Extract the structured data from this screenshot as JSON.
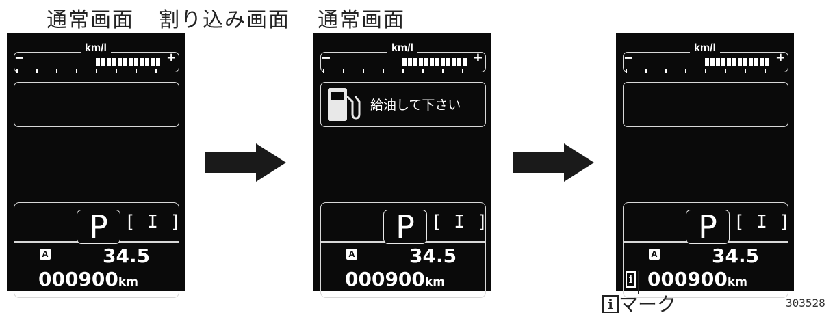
{
  "captions": {
    "normal_left": "通常画面",
    "interrupt": "割り込み画面",
    "normal_right": "通常画面"
  },
  "panel": {
    "unit": "km/l",
    "minus": "−",
    "plus": "+",
    "gear": "P",
    "gear_indicator": "[ I ]",
    "average_badge": "A",
    "average_value": "34.5",
    "odometer": "000900",
    "odometer_unit": "km"
  },
  "interrupt_message": "給油して下さい",
  "info_mark": {
    "icon_letter": "i",
    "label": "マーク"
  },
  "figure_number": "303528",
  "colors": {
    "panel_bg": "#0a0a0a",
    "display_text": "#ffffff",
    "arrow": "#1a1a1a"
  }
}
